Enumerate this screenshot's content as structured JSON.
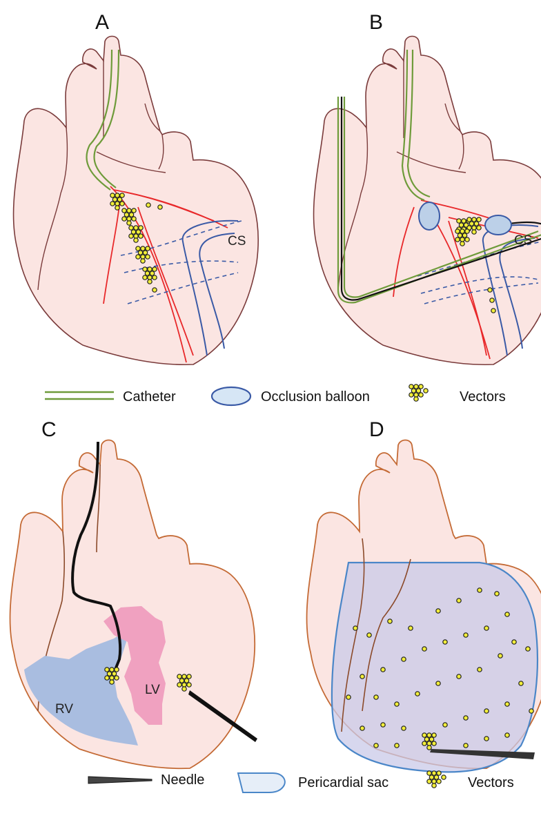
{
  "panels": {
    "a": {
      "label": "A",
      "cs_label": "CS"
    },
    "b": {
      "label": "B",
      "cs_label": "CS"
    },
    "c": {
      "label": "C",
      "rv_label": "RV",
      "lv_label": "LV"
    },
    "d": {
      "label": "D"
    }
  },
  "legend_top": {
    "catheter": "Catheter",
    "balloon": "Occlusion balloon",
    "vectors": "Vectors"
  },
  "legend_bottom": {
    "needle": "Needle",
    "pericardial_sac": "Pericardial sac",
    "vectors": "Vectors"
  },
  "icons": {
    "catheter": "double-green-line-icon",
    "balloon": "blue-ellipse-icon",
    "vectors": "yellow-dot-cluster-icon",
    "needle": "needle-wedge-icon",
    "sac": "pericardial-sac-icon"
  },
  "colors": {
    "heart_fill": "#fbe5e2",
    "artery": "#e8282a",
    "vein": "#3a5aa6",
    "catheter": "#6e9b3a",
    "vector_dot": "#f2ee3a",
    "rv": "#a9bde0",
    "lv": "#f0a1c0",
    "pericardium": "#4a86c8"
  }
}
